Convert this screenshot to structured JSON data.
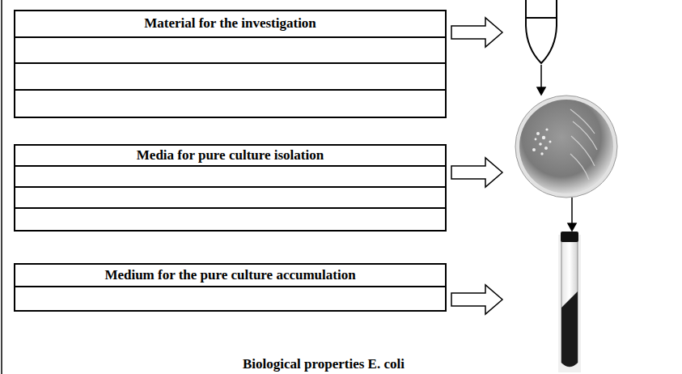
{
  "diagram": {
    "nodes": [
      {
        "text": [
          "Material for the investigation"
        ]
      },
      {
        "text": [
          "Media for pure culture isolation"
        ]
      },
      {
        "text": [
          "Medium for the pure culture accumulation"
        ]
      }
    ],
    "labels": [
      "Biological properties E. coli"
    ]
  }
}
